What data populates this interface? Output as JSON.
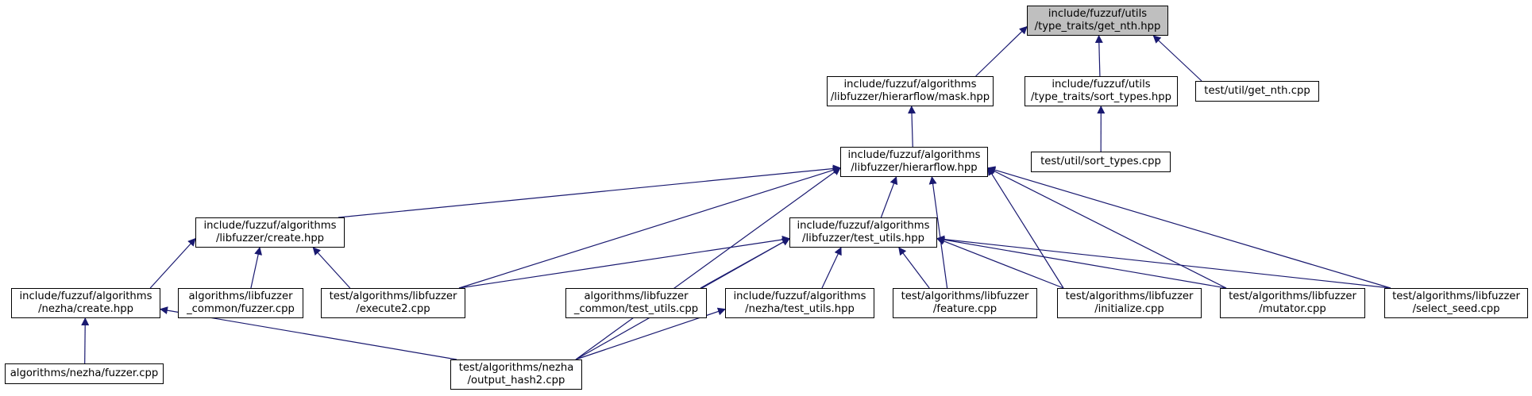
{
  "diagram": {
    "type": "include-dependency-graph",
    "colors": {
      "edge": "#191970",
      "node_border": "#000000",
      "node_fill": "#ffffff",
      "current_fill": "#bfbfbf"
    },
    "nodes": [
      {
        "id": "get_nth_hpp",
        "lines": [
          "include/fuzzuf/utils",
          "/type_traits/get_nth.hpp"
        ],
        "current": true
      },
      {
        "id": "mask_hpp",
        "lines": [
          "include/fuzzuf/algorithms",
          "/libfuzzer/hierarflow/mask.hpp"
        ]
      },
      {
        "id": "sort_types_hpp",
        "lines": [
          "include/fuzzuf/utils",
          "/type_traits/sort_types.hpp"
        ]
      },
      {
        "id": "get_nth_cpp",
        "lines": [
          "test/util/get_nth.cpp"
        ]
      },
      {
        "id": "hierarflow_hpp",
        "lines": [
          "include/fuzzuf/algorithms",
          "/libfuzzer/hierarflow.hpp"
        ]
      },
      {
        "id": "sort_types_cpp",
        "lines": [
          "test/util/sort_types.cpp"
        ]
      },
      {
        "id": "create_hpp",
        "lines": [
          "include/fuzzuf/algorithms",
          "/libfuzzer/create.hpp"
        ]
      },
      {
        "id": "test_utils_hpp",
        "lines": [
          "include/fuzzuf/algorithms",
          "/libfuzzer/test_utils.hpp"
        ]
      },
      {
        "id": "nezha_create_hpp",
        "lines": [
          "include/fuzzuf/algorithms",
          "/nezha/create.hpp"
        ]
      },
      {
        "id": "common_fuzzer_cpp",
        "lines": [
          "algorithms/libfuzzer",
          "_common/fuzzer.cpp"
        ]
      },
      {
        "id": "execute2_cpp",
        "lines": [
          "test/algorithms/libfuzzer",
          "/execute2.cpp"
        ]
      },
      {
        "id": "common_test_utils_cpp",
        "lines": [
          "algorithms/libfuzzer",
          "_common/test_utils.cpp"
        ]
      },
      {
        "id": "nezha_test_utils_hpp",
        "lines": [
          "include/fuzzuf/algorithms",
          "/nezha/test_utils.hpp"
        ]
      },
      {
        "id": "feature_cpp",
        "lines": [
          "test/algorithms/libfuzzer",
          "/feature.cpp"
        ]
      },
      {
        "id": "initialize_cpp",
        "lines": [
          "test/algorithms/libfuzzer",
          "/initialize.cpp"
        ]
      },
      {
        "id": "mutator_cpp",
        "lines": [
          "test/algorithms/libfuzzer",
          "/mutator.cpp"
        ]
      },
      {
        "id": "select_seed_cpp",
        "lines": [
          "test/algorithms/libfuzzer",
          "/select_seed.cpp"
        ]
      },
      {
        "id": "nezha_fuzzer_cpp",
        "lines": [
          "algorithms/nezha/fuzzer.cpp"
        ]
      },
      {
        "id": "output_hash2_cpp",
        "lines": [
          "test/algorithms/nezha",
          "/output_hash2.cpp"
        ]
      }
    ],
    "edges": [
      {
        "from": "mask_hpp",
        "to": "get_nth_hpp"
      },
      {
        "from": "sort_types_hpp",
        "to": "get_nth_hpp"
      },
      {
        "from": "get_nth_cpp",
        "to": "get_nth_hpp"
      },
      {
        "from": "hierarflow_hpp",
        "to": "mask_hpp"
      },
      {
        "from": "sort_types_cpp",
        "to": "sort_types_hpp"
      },
      {
        "from": "create_hpp",
        "to": "hierarflow_hpp"
      },
      {
        "from": "execute2_cpp",
        "to": "hierarflow_hpp"
      },
      {
        "from": "output_hash2_cpp",
        "to": "hierarflow_hpp"
      },
      {
        "from": "test_utils_hpp",
        "to": "hierarflow_hpp"
      },
      {
        "from": "feature_cpp",
        "to": "hierarflow_hpp"
      },
      {
        "from": "initialize_cpp",
        "to": "hierarflow_hpp"
      },
      {
        "from": "mutator_cpp",
        "to": "hierarflow_hpp"
      },
      {
        "from": "select_seed_cpp",
        "to": "hierarflow_hpp"
      },
      {
        "from": "nezha_create_hpp",
        "to": "create_hpp"
      },
      {
        "from": "common_fuzzer_cpp",
        "to": "create_hpp"
      },
      {
        "from": "execute2_cpp",
        "to": "create_hpp"
      },
      {
        "from": "execute2_cpp",
        "to": "test_utils_hpp"
      },
      {
        "from": "common_test_utils_cpp",
        "to": "test_utils_hpp"
      },
      {
        "from": "nezha_test_utils_hpp",
        "to": "test_utils_hpp"
      },
      {
        "from": "feature_cpp",
        "to": "test_utils_hpp"
      },
      {
        "from": "initialize_cpp",
        "to": "test_utils_hpp"
      },
      {
        "from": "mutator_cpp",
        "to": "test_utils_hpp"
      },
      {
        "from": "select_seed_cpp",
        "to": "test_utils_hpp"
      },
      {
        "from": "output_hash2_cpp",
        "to": "test_utils_hpp"
      },
      {
        "from": "nezha_fuzzer_cpp",
        "to": "nezha_create_hpp"
      },
      {
        "from": "output_hash2_cpp",
        "to": "nezha_create_hpp"
      },
      {
        "from": "output_hash2_cpp",
        "to": "nezha_test_utils_hpp"
      }
    ]
  }
}
